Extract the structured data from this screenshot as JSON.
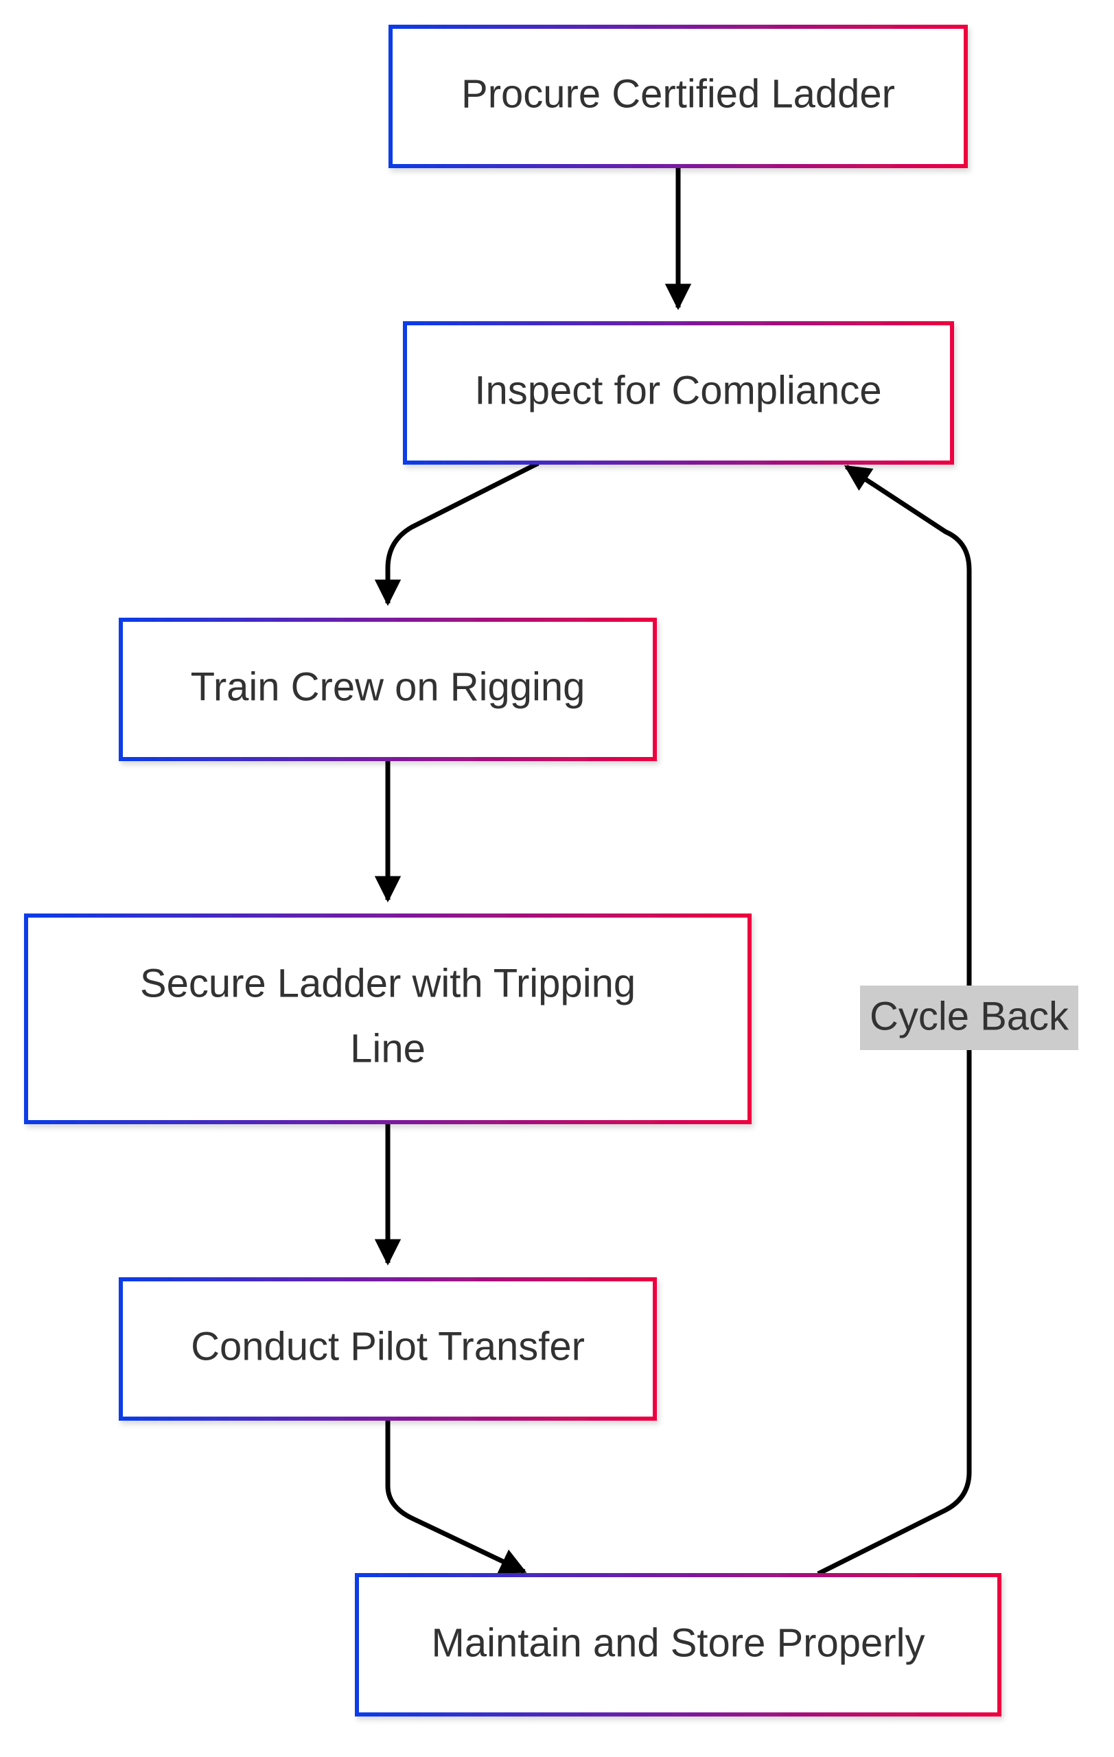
{
  "colors": {
    "gradient_start": "#0a3ce8",
    "gradient_end": "#ee0040",
    "edge": "#000000",
    "label_bg": "#cccccc",
    "text": "#333333"
  },
  "nodes": [
    {
      "id": "procure",
      "lines": [
        "Procure Certified Ladder"
      ]
    },
    {
      "id": "inspect",
      "lines": [
        "Inspect for Compliance"
      ]
    },
    {
      "id": "train",
      "lines": [
        "Train Crew on Rigging"
      ]
    },
    {
      "id": "secure",
      "lines": [
        "Secure Ladder with Tripping",
        "Line"
      ]
    },
    {
      "id": "conduct",
      "lines": [
        "Conduct Pilot Transfer"
      ]
    },
    {
      "id": "maintain",
      "lines": [
        "Maintain and Store Properly"
      ]
    }
  ],
  "edges": [
    {
      "from": "procure",
      "to": "inspect"
    },
    {
      "from": "inspect",
      "to": "train"
    },
    {
      "from": "train",
      "to": "secure"
    },
    {
      "from": "secure",
      "to": "conduct"
    },
    {
      "from": "conduct",
      "to": "maintain"
    },
    {
      "from": "maintain",
      "to": "inspect",
      "label": "Cycle Back"
    }
  ]
}
